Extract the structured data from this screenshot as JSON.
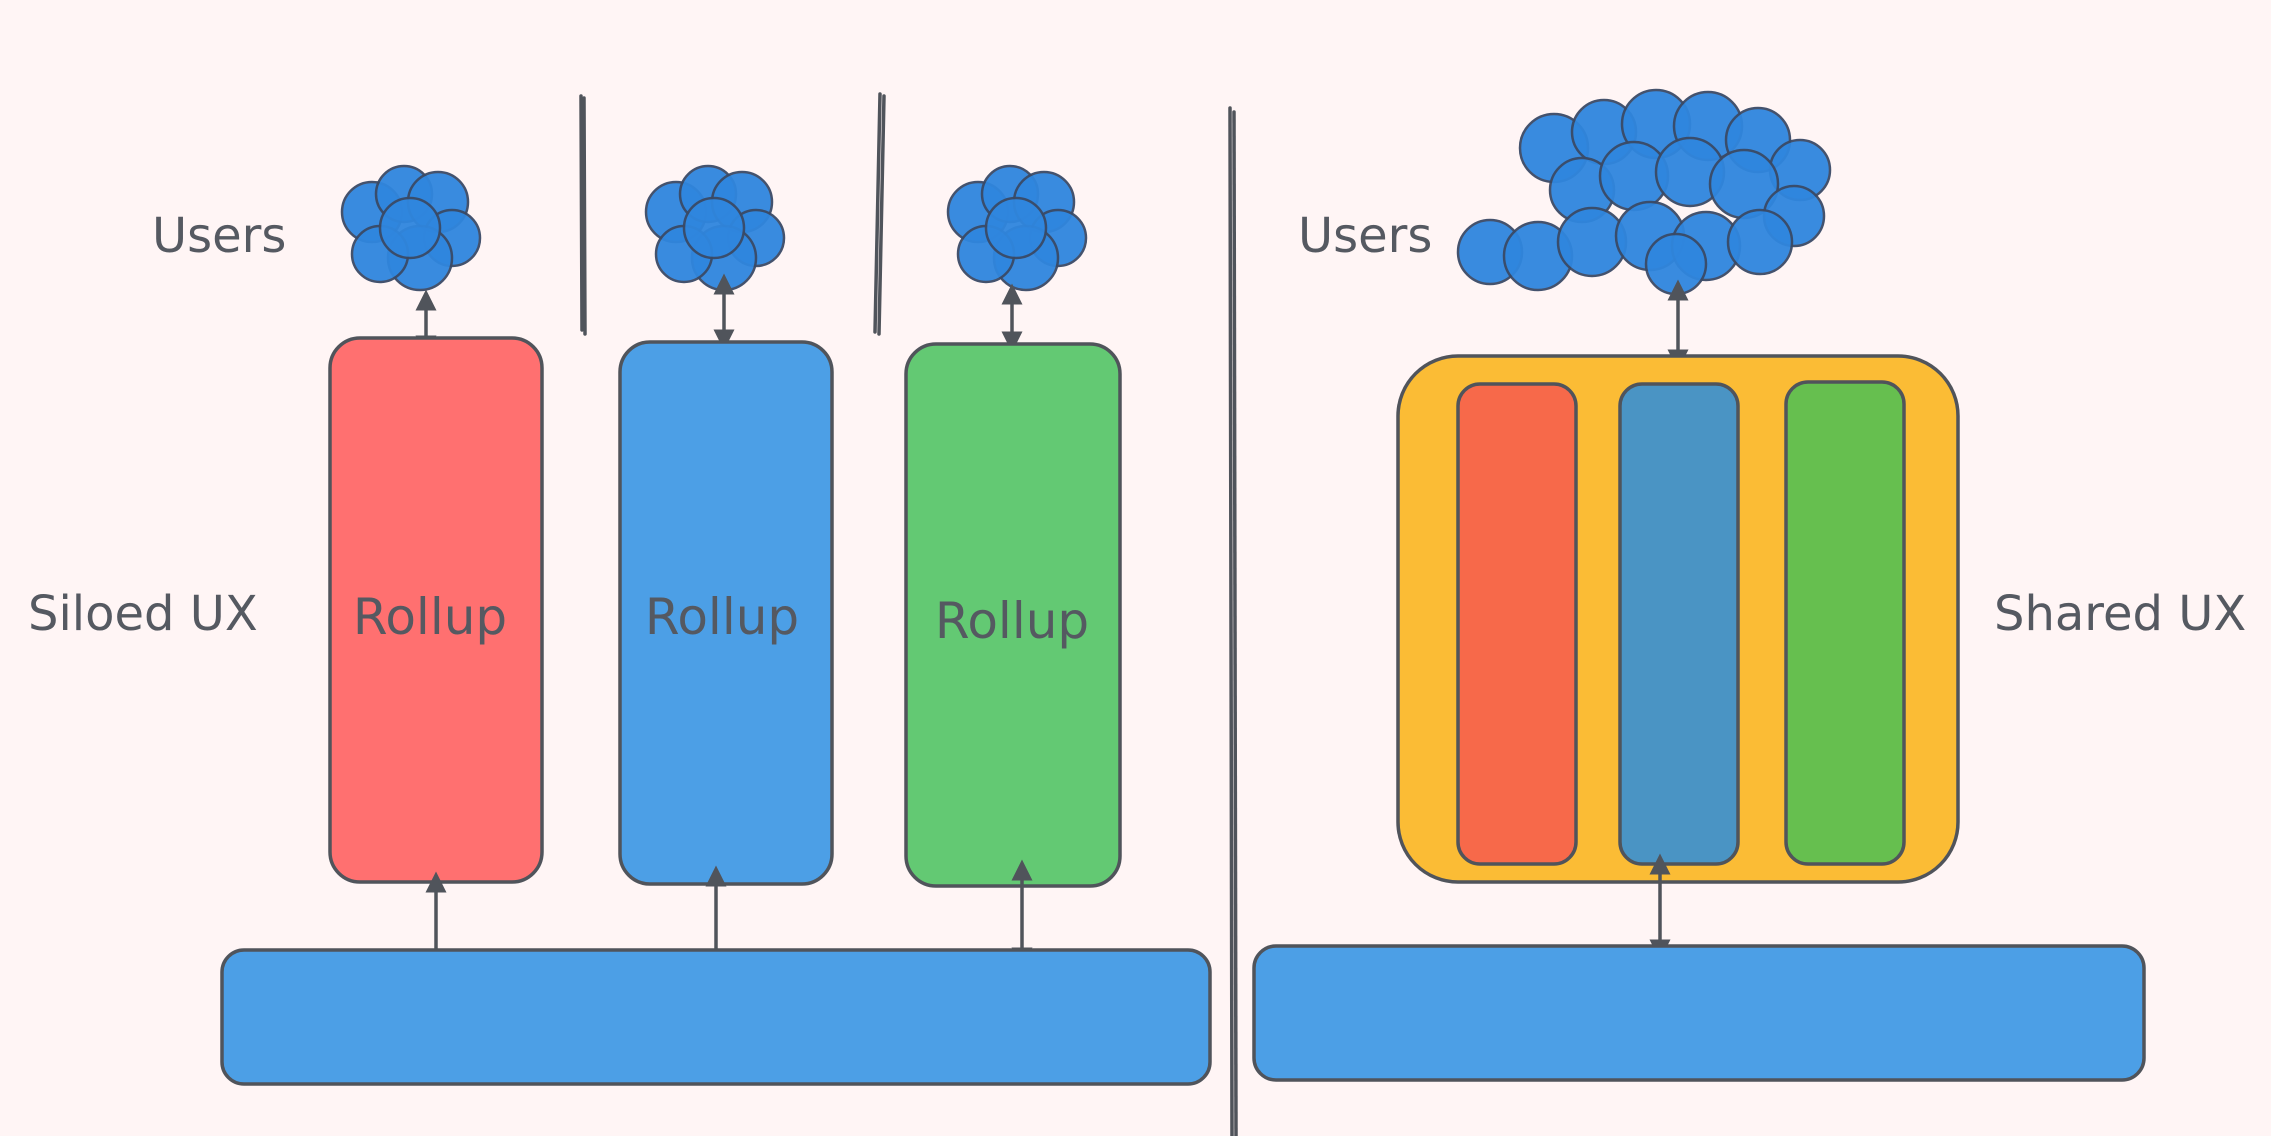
{
  "labels": {
    "left_users": "Users",
    "left_title": "Siloed UX",
    "right_users": "Users",
    "right_title": "Shared UX"
  },
  "rollups": [
    {
      "label": "Rollup",
      "color": "#ff7070"
    },
    {
      "label": "Rollup",
      "color": "#4c9fe6"
    },
    {
      "label": "Rollup",
      "color": "#63c973"
    }
  ],
  "shared_container": {
    "color": "#fbbc35",
    "inner_colors": [
      "#f7694a",
      "#4a94c4",
      "#66bf4f"
    ]
  },
  "colors": {
    "background": "#fff5f5",
    "base_layer": "#4c9fe6",
    "users_cloud": "#2f86de",
    "ink": "#50545b"
  },
  "icons": {
    "users": "users-cloud-icon",
    "arrow": "double-arrow-icon"
  }
}
